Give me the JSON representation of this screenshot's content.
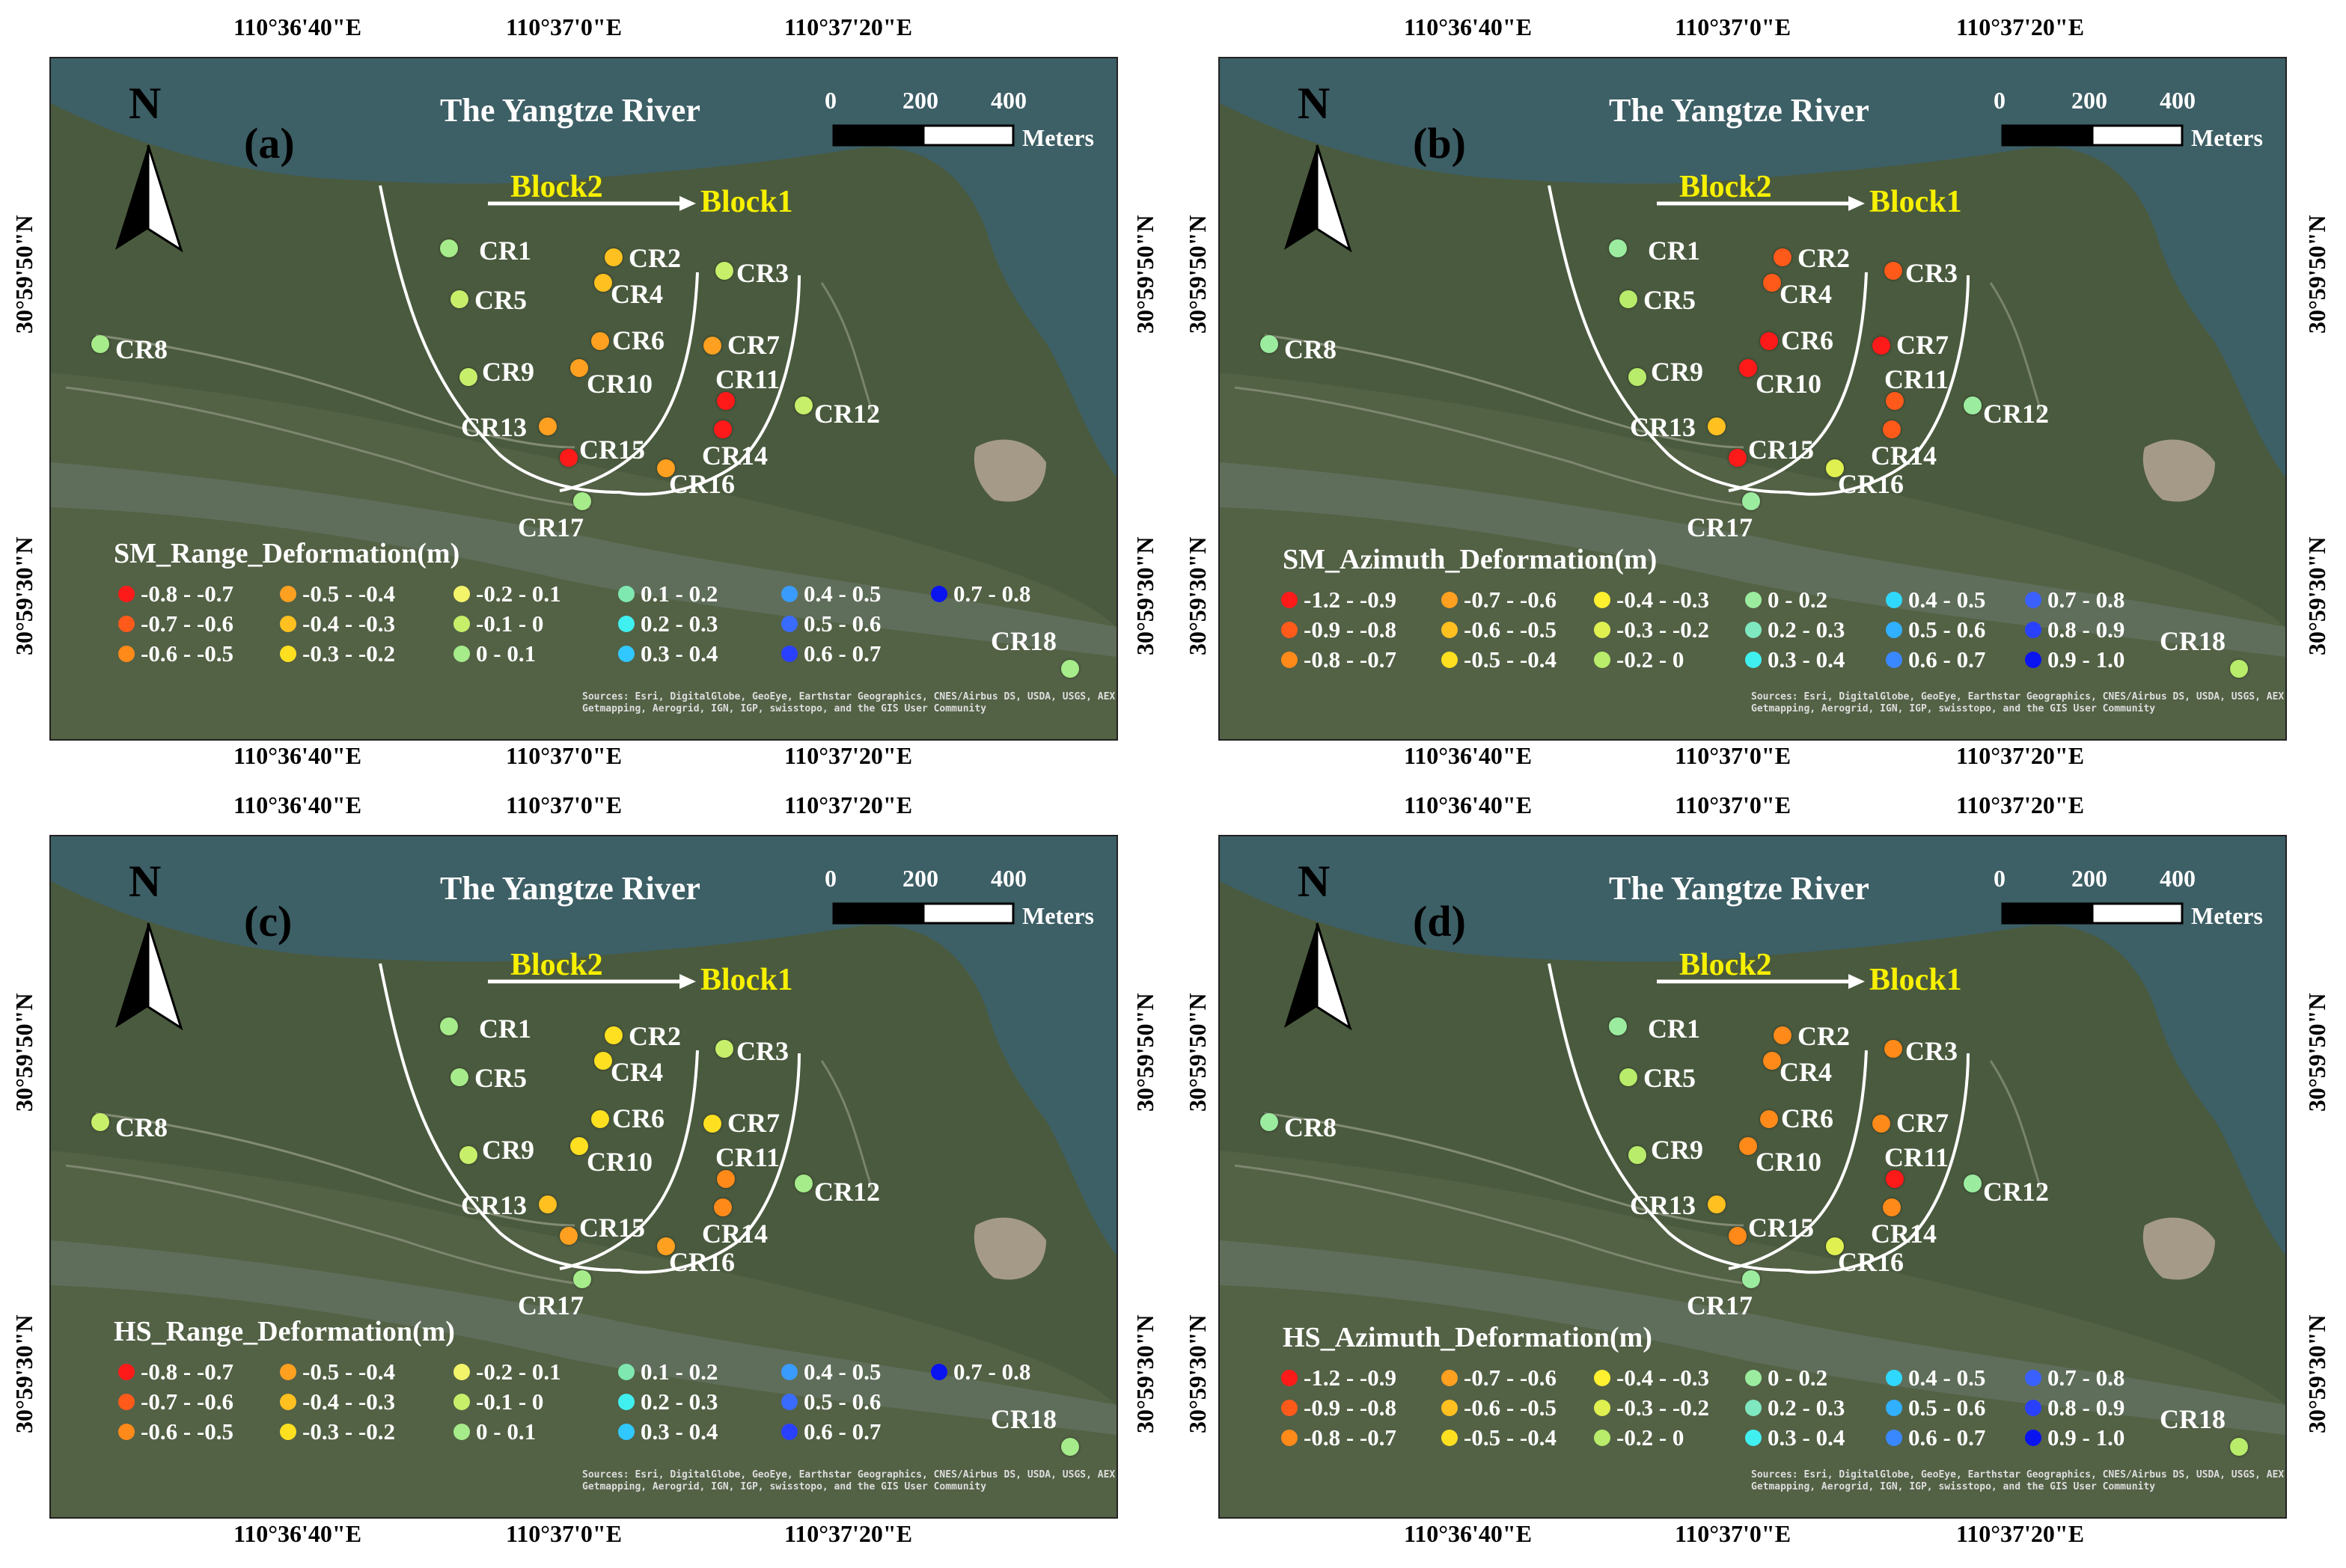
{
  "coords": {
    "lon": [
      "110°36'40\"E",
      "110°37'0\"E",
      "110°37'20\"E"
    ],
    "lat": [
      "30°59'50\"N",
      "30°59'30\"N"
    ]
  },
  "common": {
    "river_title": "The Yangtze River",
    "north": "N",
    "block2": "Block2",
    "block1": "Block1",
    "scale_ticks": [
      "0",
      "200",
      "400"
    ],
    "scale_unit": "Meters",
    "attribution": "Sources: Esri, DigitalGlobe, GeoEye, Earthstar Geographics, CNES/Airbus DS, USDA, USGS, AEX, Getmapping, Aerogrid, IGN, IGP, swisstopo, and the GIS User Community",
    "stations": [
      "CR1",
      "CR2",
      "CR3",
      "CR4",
      "CR5",
      "CR6",
      "CR7",
      "CR8",
      "CR9",
      "CR10",
      "CR11",
      "CR12",
      "CR13",
      "CR14",
      "CR15",
      "CR16",
      "CR17",
      "CR18"
    ]
  },
  "legend_range": [
    {
      "label": "-0.8 - -0.7",
      "color": "#ff1a1a"
    },
    {
      "label": "-0.7 - -0.6",
      "color": "#ff5a1a"
    },
    {
      "label": "-0.6 - -0.5",
      "color": "#ff8a1a"
    },
    {
      "label": "-0.5 - -0.4",
      "color": "#ffa020"
    },
    {
      "label": "-0.4 - -0.3",
      "color": "#ffc020"
    },
    {
      "label": "-0.3 - -0.2",
      "color": "#ffe020"
    },
    {
      "label": "-0.2 - 0.1",
      "color": "#f4f46a"
    },
    {
      "label": "-0.1 - 0",
      "color": "#c8ef6a"
    },
    {
      "label": "0 - 0.1",
      "color": "#a6ec8a"
    },
    {
      "label": "0.1 - 0.2",
      "color": "#7fe8b0"
    },
    {
      "label": "0.2 - 0.3",
      "color": "#40f0f0"
    },
    {
      "label": "0.3 - 0.4",
      "color": "#30c8ff"
    },
    {
      "label": "0.4 - 0.5",
      "color": "#3a9bff"
    },
    {
      "label": "0.5 - 0.6",
      "color": "#3a6bff"
    },
    {
      "label": "0.6 - 0.7",
      "color": "#2a40ff"
    },
    {
      "label": "0.7 - 0.8",
      "color": "#0a14f0"
    }
  ],
  "legend_azimuth": [
    {
      "label": "-1.2 - -0.9",
      "color": "#ff1a1a"
    },
    {
      "label": "-0.9 - -0.8",
      "color": "#ff5a1a"
    },
    {
      "label": "-0.8 - -0.7",
      "color": "#ff8a1a"
    },
    {
      "label": "-0.7 - -0.6",
      "color": "#ffa020"
    },
    {
      "label": "-0.6 - -0.5",
      "color": "#ffc020"
    },
    {
      "label": "-0.5 - -0.4",
      "color": "#ffe020"
    },
    {
      "label": "-0.4 - -0.3",
      "color": "#fff030"
    },
    {
      "label": "-0.3 - -0.2",
      "color": "#e0f050"
    },
    {
      "label": "-0.2 - 0",
      "color": "#b8ec6a"
    },
    {
      "label": "0 - 0.2",
      "color": "#9ceca0"
    },
    {
      "label": "0.2 - 0.3",
      "color": "#7fe8c0"
    },
    {
      "label": "0.3 - 0.4",
      "color": "#40f0f0"
    },
    {
      "label": "0.4 - 0.5",
      "color": "#30d8ff"
    },
    {
      "label": "0.5 - 0.6",
      "color": "#30b0ff"
    },
    {
      "label": "0.6 - 0.7",
      "color": "#3a88ff"
    },
    {
      "label": "0.7 - 0.8",
      "color": "#3a60ff"
    },
    {
      "label": "0.8 - 0.9",
      "color": "#2a40ff"
    },
    {
      "label": "0.9 - 1.0",
      "color": "#0a14f0"
    }
  ],
  "panels": [
    {
      "label": "(a)",
      "legend_title": "SM_Range_Deformation(m)",
      "legend": "range",
      "station_colors": [
        "#a6ec8a",
        "#ffc020",
        "#c8ef6a",
        "#ffc020",
        "#c8ef6a",
        "#ffa020",
        "#ffa020",
        "#a6ec8a",
        "#c8ef6a",
        "#ffa020",
        "#ff1a1a",
        "#c8ef6a",
        "#ffa020",
        "#ff1a1a",
        "#ff1a1a",
        "#ffa020",
        "#a6ec8a",
        "#a6ec8a"
      ]
    },
    {
      "label": "(b)",
      "legend_title": "SM_Azimuth_Deformation(m)",
      "legend": "azimuth",
      "station_colors": [
        "#9ceca0",
        "#ff5a1a",
        "#ff5a1a",
        "#ff5a1a",
        "#b8ec6a",
        "#ff1a1a",
        "#ff1a1a",
        "#9ceca0",
        "#b8ec6a",
        "#ff1a1a",
        "#ff5a1a",
        "#9ceca0",
        "#ffc020",
        "#ff5a1a",
        "#ff1a1a",
        "#e0f050",
        "#9ceca0",
        "#b8ec6a"
      ]
    },
    {
      "label": "(c)",
      "legend_title": "HS_Range_Deformation(m)",
      "legend": "range",
      "station_colors": [
        "#a6ec8a",
        "#ffe020",
        "#c8ef6a",
        "#ffe020",
        "#a6ec8a",
        "#ffe020",
        "#ffe020",
        "#c8ef6a",
        "#c8ef6a",
        "#ffe020",
        "#ff8a1a",
        "#a6ec8a",
        "#ffc020",
        "#ff8a1a",
        "#ffa020",
        "#ffa020",
        "#a6ec8a",
        "#a6ec8a"
      ]
    },
    {
      "label": "(d)",
      "legend_title": "HS_Azimuth_Deformation(m)",
      "legend": "azimuth",
      "station_colors": [
        "#9ceca0",
        "#ff8a1a",
        "#ff8a1a",
        "#ff8a1a",
        "#b8ec6a",
        "#ff8a1a",
        "#ff8a1a",
        "#9ceca0",
        "#b8ec6a",
        "#ff8a1a",
        "#ff1a1a",
        "#9ceca0",
        "#ffc020",
        "#ff8a1a",
        "#ff8a1a",
        "#e0f050",
        "#9ceca0",
        "#b8ec6a"
      ]
    }
  ]
}
